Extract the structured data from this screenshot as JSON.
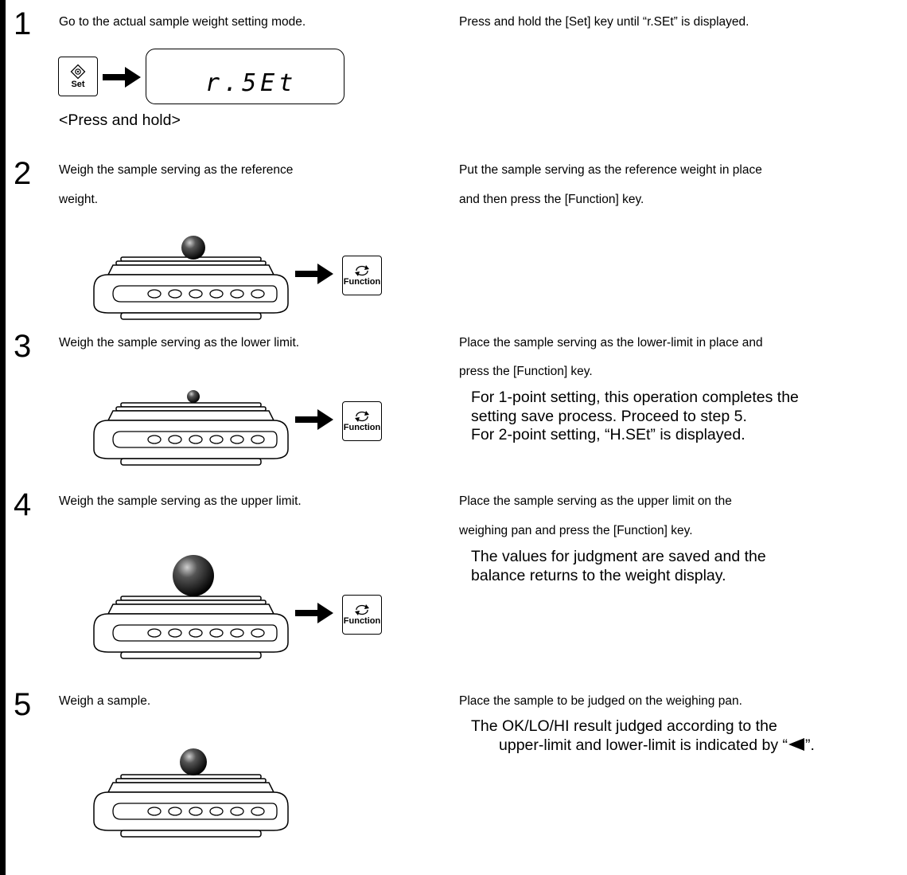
{
  "steps": [
    {
      "number": "1",
      "action": "Go to the actual sample weight setting mode.",
      "instruction": "Press and hold the [Set] key until “r.SEt” is displayed.",
      "key_label": "Set",
      "display_text": "r.5Et",
      "caption": "<Press and hold>"
    },
    {
      "number": "2",
      "action_line1": "Weigh the sample serving as the reference",
      "action_line2": "weight.",
      "instruction_line1": "Put the sample serving as the reference weight in place",
      "instruction_line2": "and then press the [Function] key.",
      "key_label": "Function"
    },
    {
      "number": "3",
      "action": "Weigh the sample serving as the lower limit.",
      "instruction_line1": "Place the sample serving as the lower-limit in place and",
      "instruction_line2": "press the [Function] key.",
      "note_line1": "For 1-point setting, this operation completes the",
      "note_line2": "setting save process. Proceed to step 5.",
      "note_line3": "For 2-point setting, “H.SEt” is displayed.",
      "key_label": "Function"
    },
    {
      "number": "4",
      "action": "Weigh the sample serving as the upper limit.",
      "instruction_line1": "Place the sample serving as the upper limit on the",
      "instruction_line2": "weighing pan and press the [Function] key.",
      "note_line1": "The values for judgment are saved and the",
      "note_line2": "balance returns to the weight display.",
      "key_label": "Function"
    },
    {
      "number": "5",
      "action": "Weigh a sample.",
      "instruction": "Place the sample to be judged on the weighing pan.",
      "note_line1": "The OK/LO/HI result judged according to the",
      "note_line2_prefix": "upper-limit and lower-limit is indicated by “",
      "note_line2_suffix": "”."
    }
  ],
  "icons": {
    "set_key": "set-key-icon",
    "function_key": "function-key-icon",
    "arrow": "arrow-right-icon",
    "indicator": "left-triangle-icon"
  }
}
